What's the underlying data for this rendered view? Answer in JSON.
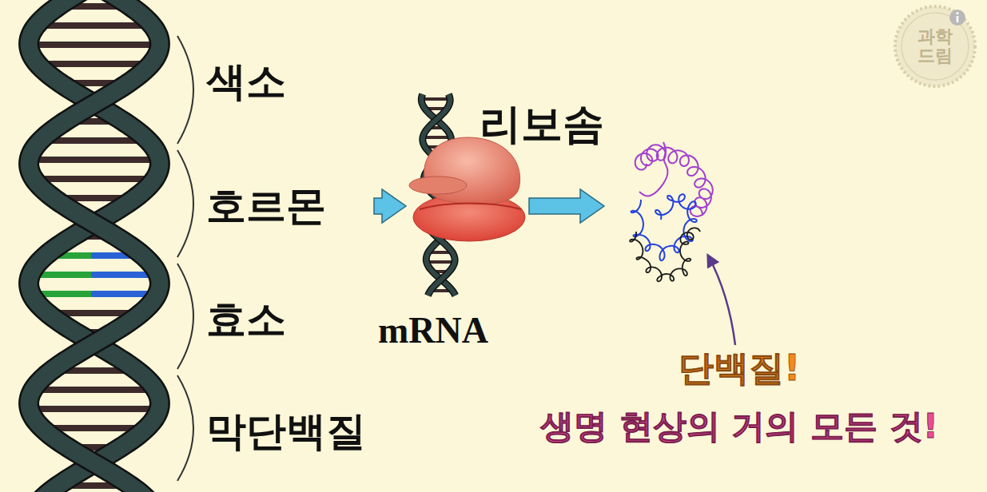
{
  "diagram": {
    "nodes": [
      {
        "text": [
          "색소",
          "호르몬",
          "효소",
          "막단백질"
        ]
      },
      {
        "text": [
          "리보솜"
        ]
      }
    ],
    "edges": [
      {
        "from": 0,
        "to": 1,
        "arrow": "to"
      }
    ],
    "labels": [
      "mRNA",
      "단백질!",
      "생명 현상의 거의 모든 것!",
      "과학 드림"
    ]
  }
}
